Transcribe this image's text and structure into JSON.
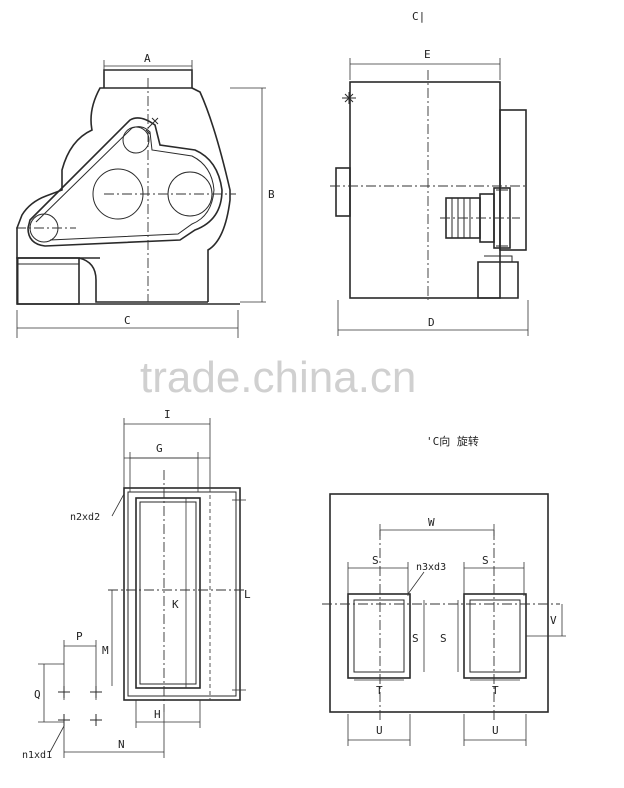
{
  "top_label": "C|",
  "front_view": {
    "label_top": "A",
    "label_right": "B",
    "label_bottom": "C"
  },
  "side_view": {
    "label_top": "E",
    "label_bottom": "D"
  },
  "watermark": "trade.china.cn",
  "inlet_view": {
    "label_top_outer": "I",
    "label_top_inner": "G",
    "label_callout": "n2xd2",
    "label_center": "K",
    "label_right": "L",
    "label_left_m": "M",
    "label_p": "P",
    "label_q": "Q",
    "label_bottom_h": "H",
    "label_bottom_n": "N",
    "label_bolt": "n1xd1"
  },
  "outlet_view": {
    "caption": "'C向  旋转",
    "label_w": "W",
    "label_s_left": "S",
    "label_s_right": "S",
    "label_callout": "n3xd3",
    "label_s_mid1": "S",
    "label_s_mid2": "S",
    "label_v": "V",
    "label_t_left": "T",
    "label_t_right": "T",
    "label_u_left": "U",
    "label_u_right": "U"
  }
}
